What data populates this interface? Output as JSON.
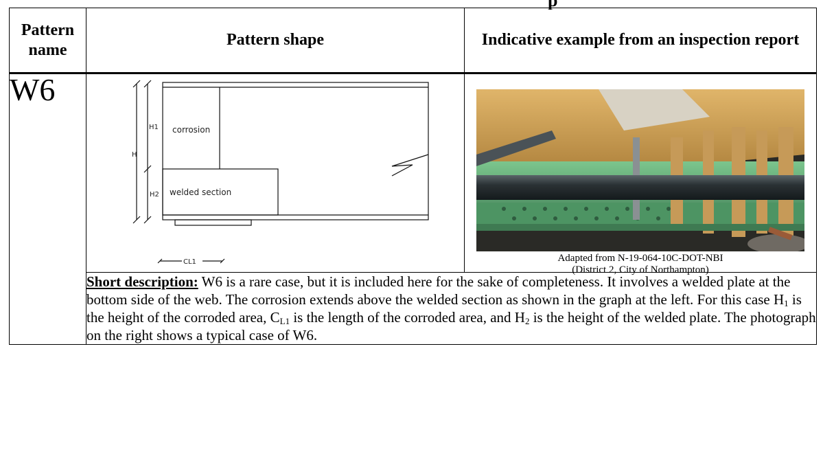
{
  "table": {
    "headers": {
      "pattern_name": "Pattern name",
      "pattern_shape": "Pattern shape",
      "example": "Indicative example from an inspection report"
    },
    "row": {
      "pattern_name": "W6",
      "shape_labels": {
        "corrosion": "corrosion",
        "welded_section": "welded section",
        "h": "H",
        "h1": "H1",
        "h2": "H2",
        "cl1": "CL1"
      },
      "caption_line1": "Adapted from N-19-064-10C-DOT-NBI",
      "caption_line2": "(District 2, City of Northampton)",
      "description": {
        "label": "Short description:",
        "part1": " W6 is a rare case, but it is included here for the sake of completeness. It involves a welded plate at the bottom side of the web. The corrosion extends above the welded section as shown in the graph at the left. For this case H",
        "sub1": "1",
        "part2": " is the height of the corroded area, C",
        "sub2": "L1",
        "part3": " is the length of the corroded area, and H",
        "sub3": "2",
        "part4": " is the height of the welded plate.  The photograph on the right shows a typical case of W6."
      }
    }
  },
  "colors": {
    "web_green": "#5aa06a",
    "timber": "#c89848",
    "pipe": "#2e3538"
  }
}
